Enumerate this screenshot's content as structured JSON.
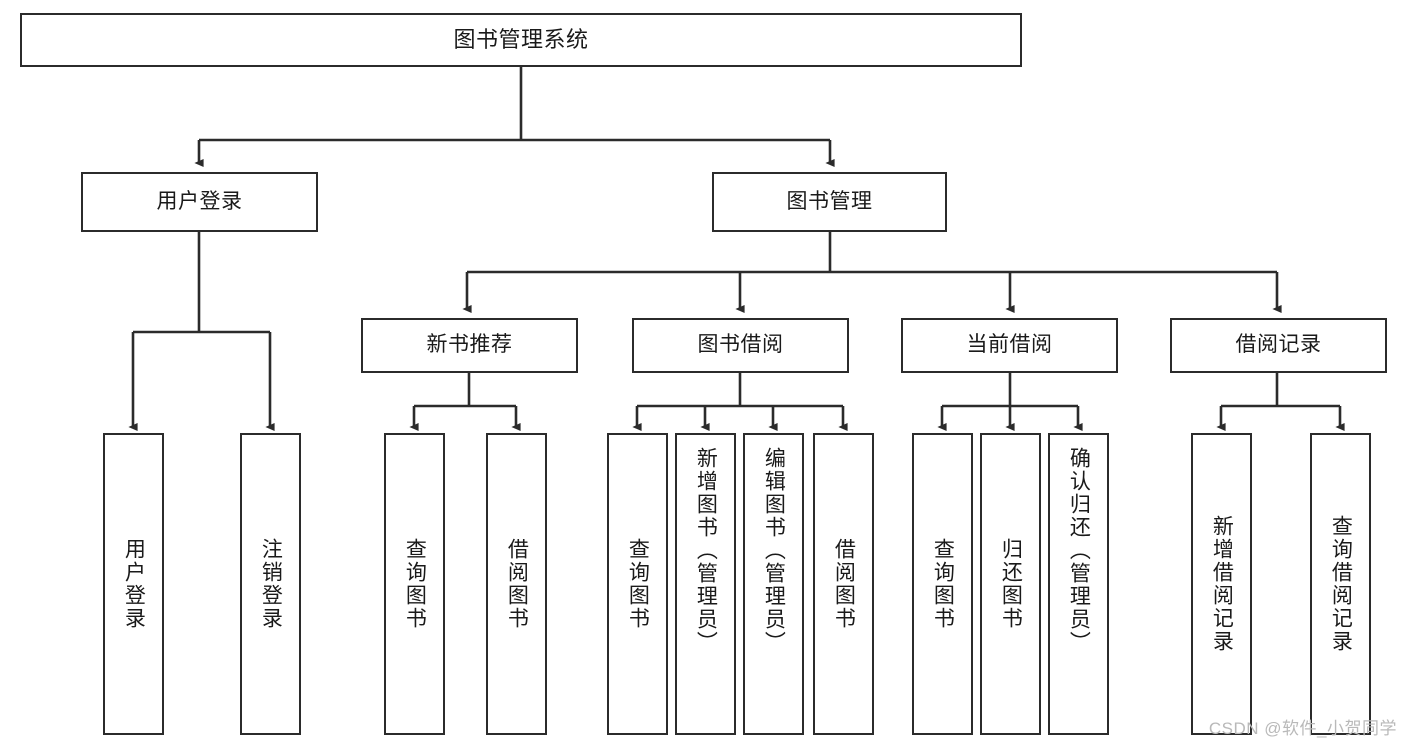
{
  "diagram": {
    "title": "图书管理系统",
    "watermark": "CSDN @软件_小贺同学",
    "colors": {
      "stroke": "#2b2b2b",
      "fill": "#ffffff",
      "text": "#1a1a1a",
      "watermark": "#b9b9b9"
    },
    "levels": {
      "level1": [
        {
          "id": "root",
          "label": "图书管理系统"
        }
      ],
      "level2": [
        {
          "id": "user-login",
          "label": "用户登录"
        },
        {
          "id": "book-manage",
          "label": "图书管理"
        }
      ],
      "level3": [
        {
          "id": "new-book-recommend",
          "label": "新书推荐"
        },
        {
          "id": "book-borrow",
          "label": "图书借阅"
        },
        {
          "id": "current-borrow",
          "label": "当前借阅"
        },
        {
          "id": "borrow-record",
          "label": "借阅记录"
        }
      ],
      "level4": [
        {
          "id": "leaf-user-login",
          "label": "用户登录",
          "parent": "user-login"
        },
        {
          "id": "leaf-user-logout",
          "label": "注销登录",
          "parent": "user-login"
        },
        {
          "id": "leaf-query-book-1",
          "label": "查询图书",
          "parent": "new-book-recommend"
        },
        {
          "id": "leaf-borrow-book-1",
          "label": "借阅图书",
          "parent": "new-book-recommend"
        },
        {
          "id": "leaf-query-book-2",
          "label": "查询图书",
          "parent": "book-borrow"
        },
        {
          "id": "leaf-add-book",
          "label": "新增图书（管理员）",
          "parent": "book-borrow"
        },
        {
          "id": "leaf-edit-book",
          "label": "编辑图书（管理员）",
          "parent": "book-borrow"
        },
        {
          "id": "leaf-borrow-book-2",
          "label": "借阅图书",
          "parent": "book-borrow"
        },
        {
          "id": "leaf-query-book-3",
          "label": "查询图书",
          "parent": "current-borrow"
        },
        {
          "id": "leaf-return-book",
          "label": "归还图书",
          "parent": "current-borrow"
        },
        {
          "id": "leaf-confirm-return",
          "label": "确认归还（管理员）",
          "parent": "current-borrow"
        },
        {
          "id": "leaf-add-record",
          "label": "新增借阅记录",
          "parent": "borrow-record"
        },
        {
          "id": "leaf-query-record",
          "label": "查询借阅记录",
          "parent": "borrow-record"
        }
      ]
    }
  }
}
